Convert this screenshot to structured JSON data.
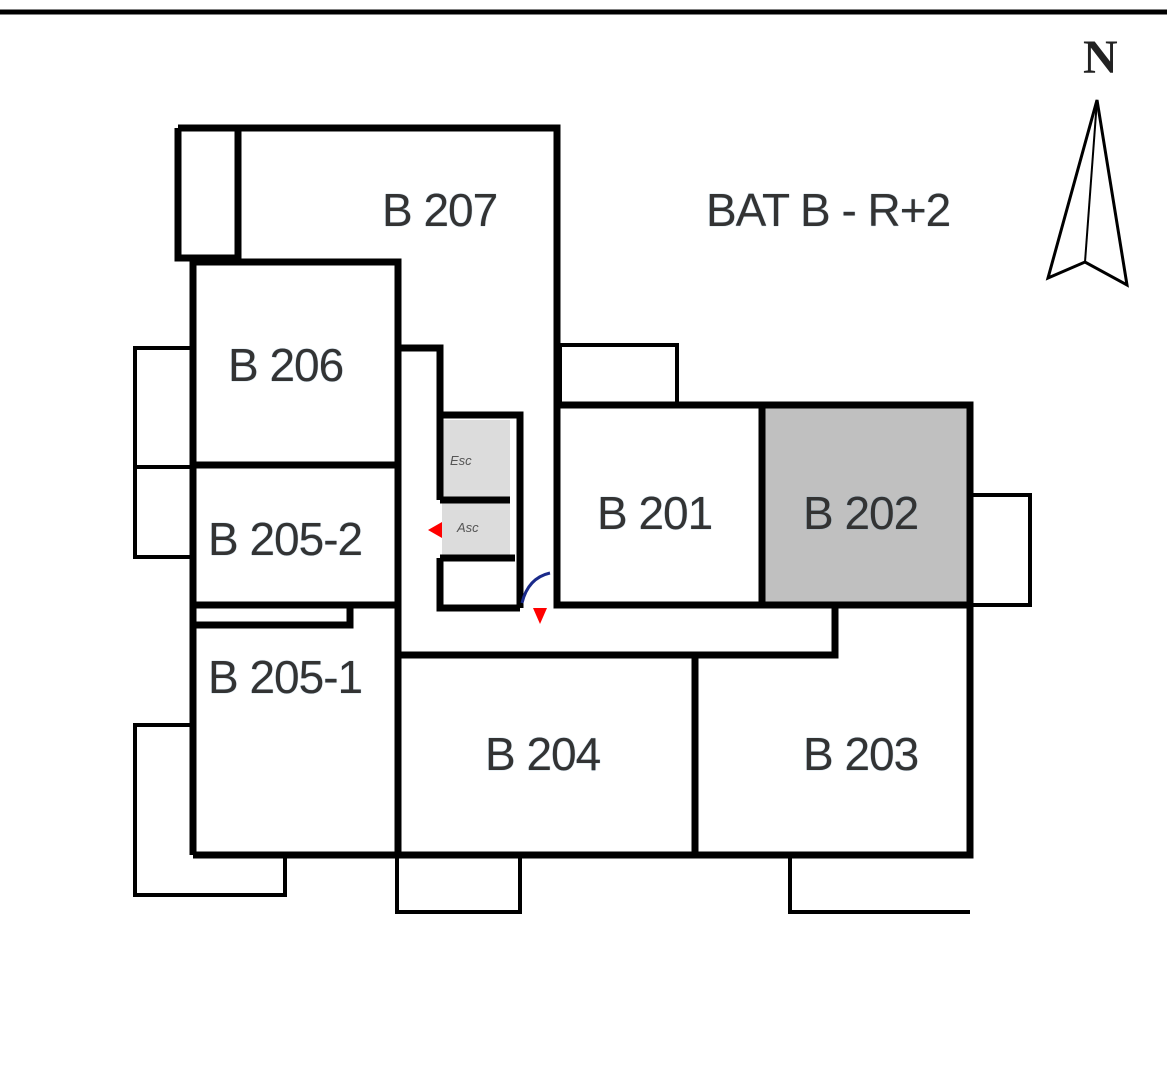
{
  "title": "BAT B - R+2",
  "north_label": "N",
  "rooms": [
    {
      "id": "b207",
      "label": "B 207"
    },
    {
      "id": "b206",
      "label": "B 206"
    },
    {
      "id": "b205-2",
      "label": "B 205-2"
    },
    {
      "id": "b205-1",
      "label": "B 205-1"
    },
    {
      "id": "b204",
      "label": "B 204"
    },
    {
      "id": "b203",
      "label": "B 203"
    },
    {
      "id": "b201",
      "label": "B 201"
    },
    {
      "id": "b202",
      "label": "B 202",
      "highlighted": true
    }
  ],
  "stair_label": "Esc",
  "elevator_label": "Asc",
  "colors": {
    "highlight": "#c0c0c0",
    "service": "#dcdcdc",
    "exit_marker": "#ff0000",
    "door_arc": "#1a2a8a"
  }
}
